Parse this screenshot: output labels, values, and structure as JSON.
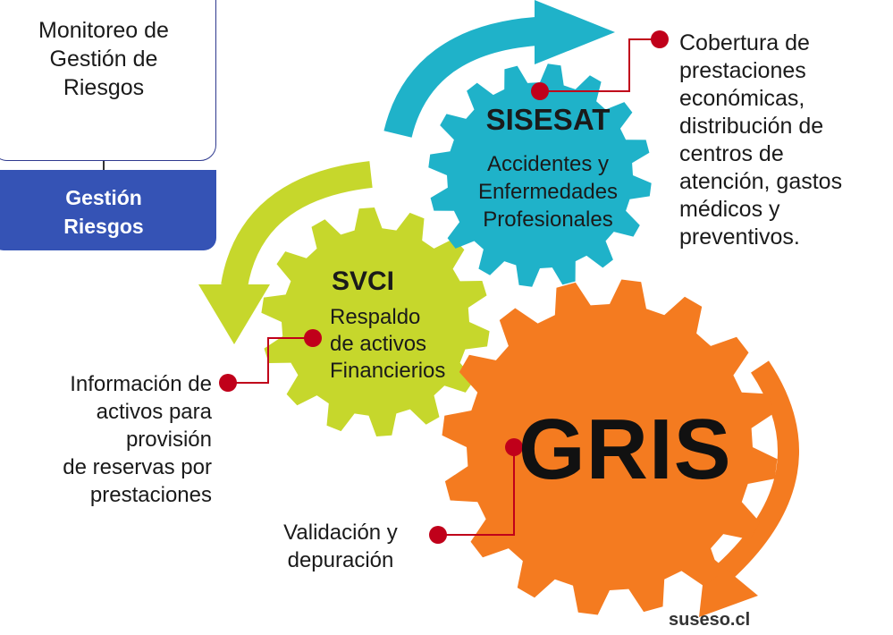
{
  "top_box": {
    "label": "Monitoreo de\nGestión de\nRiesgos"
  },
  "gestion_box": {
    "label": "Gestión\nRiesgos"
  },
  "gears": {
    "sisesat": {
      "title": "SISESAT",
      "subtitle": "Accidentes y\nEnfermedades\nProfesionales",
      "color": "#1fb2c9"
    },
    "svci": {
      "title": "SVCI",
      "subtitle": "Respaldo\nde activos\nFinancierios",
      "color": "#c6d72c"
    },
    "gris": {
      "title": "GRIS",
      "color": "#f47b20"
    }
  },
  "callouts": {
    "cobertura": "Cobertura de\nprestaciones\neconómicas,\ndistribución de\ncentros de\natención, gastos\nmédicos y\npreventivos.",
    "informacion": "Información de\nactivos para\nprovisión\nde reservas por\nprestaciones",
    "validacion": "Validación y\ndepuración"
  },
  "colors": {
    "dot": "#c0001a",
    "connector_line": "#c0001a",
    "arrow_blue": "#1fb2c9",
    "arrow_green": "#c6d72c",
    "arrow_orange": "#f47b20",
    "box_border": "#2f3a8f",
    "box_fill": "#3553b5"
  },
  "brand": "suseso.cl"
}
